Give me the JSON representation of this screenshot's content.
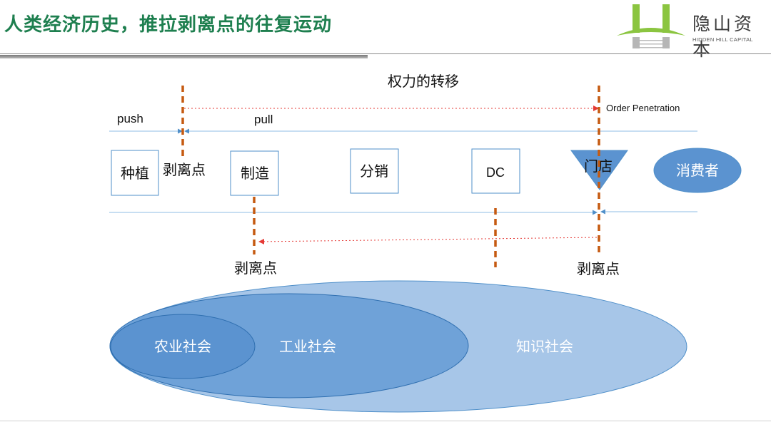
{
  "header": {
    "title": "人类经济历史，推拉剥离点的往复运动",
    "logo": {
      "name": "隐山资本",
      "subtitle": "HIDDEN HILL CAPITAL",
      "colors": {
        "green": "#8bc540",
        "gray": "#7a7a7a"
      }
    }
  },
  "diagram": {
    "heading": "权力的转移",
    "push_label": "push",
    "pull_label": "pull",
    "order_penetration": "Order Penetration",
    "stages": {
      "plant": "种植",
      "manufacture": "制造",
      "distribution": "分销",
      "dc": "DC",
      "store": "门店",
      "consumer": "消费者"
    },
    "decoupling_point": "剥离点",
    "societies": {
      "agricultural": "农业社会",
      "industrial": "工业社会",
      "knowledge": "知识社会"
    },
    "colors": {
      "dashed_line": "#c55a11",
      "rail": "#8fbde5",
      "arrow": "#e53935",
      "box_border": "#4f8fc9",
      "agri": "#5b93d0",
      "industrial": "#6fa2d8",
      "knowledge": "#a7c6e8"
    }
  }
}
